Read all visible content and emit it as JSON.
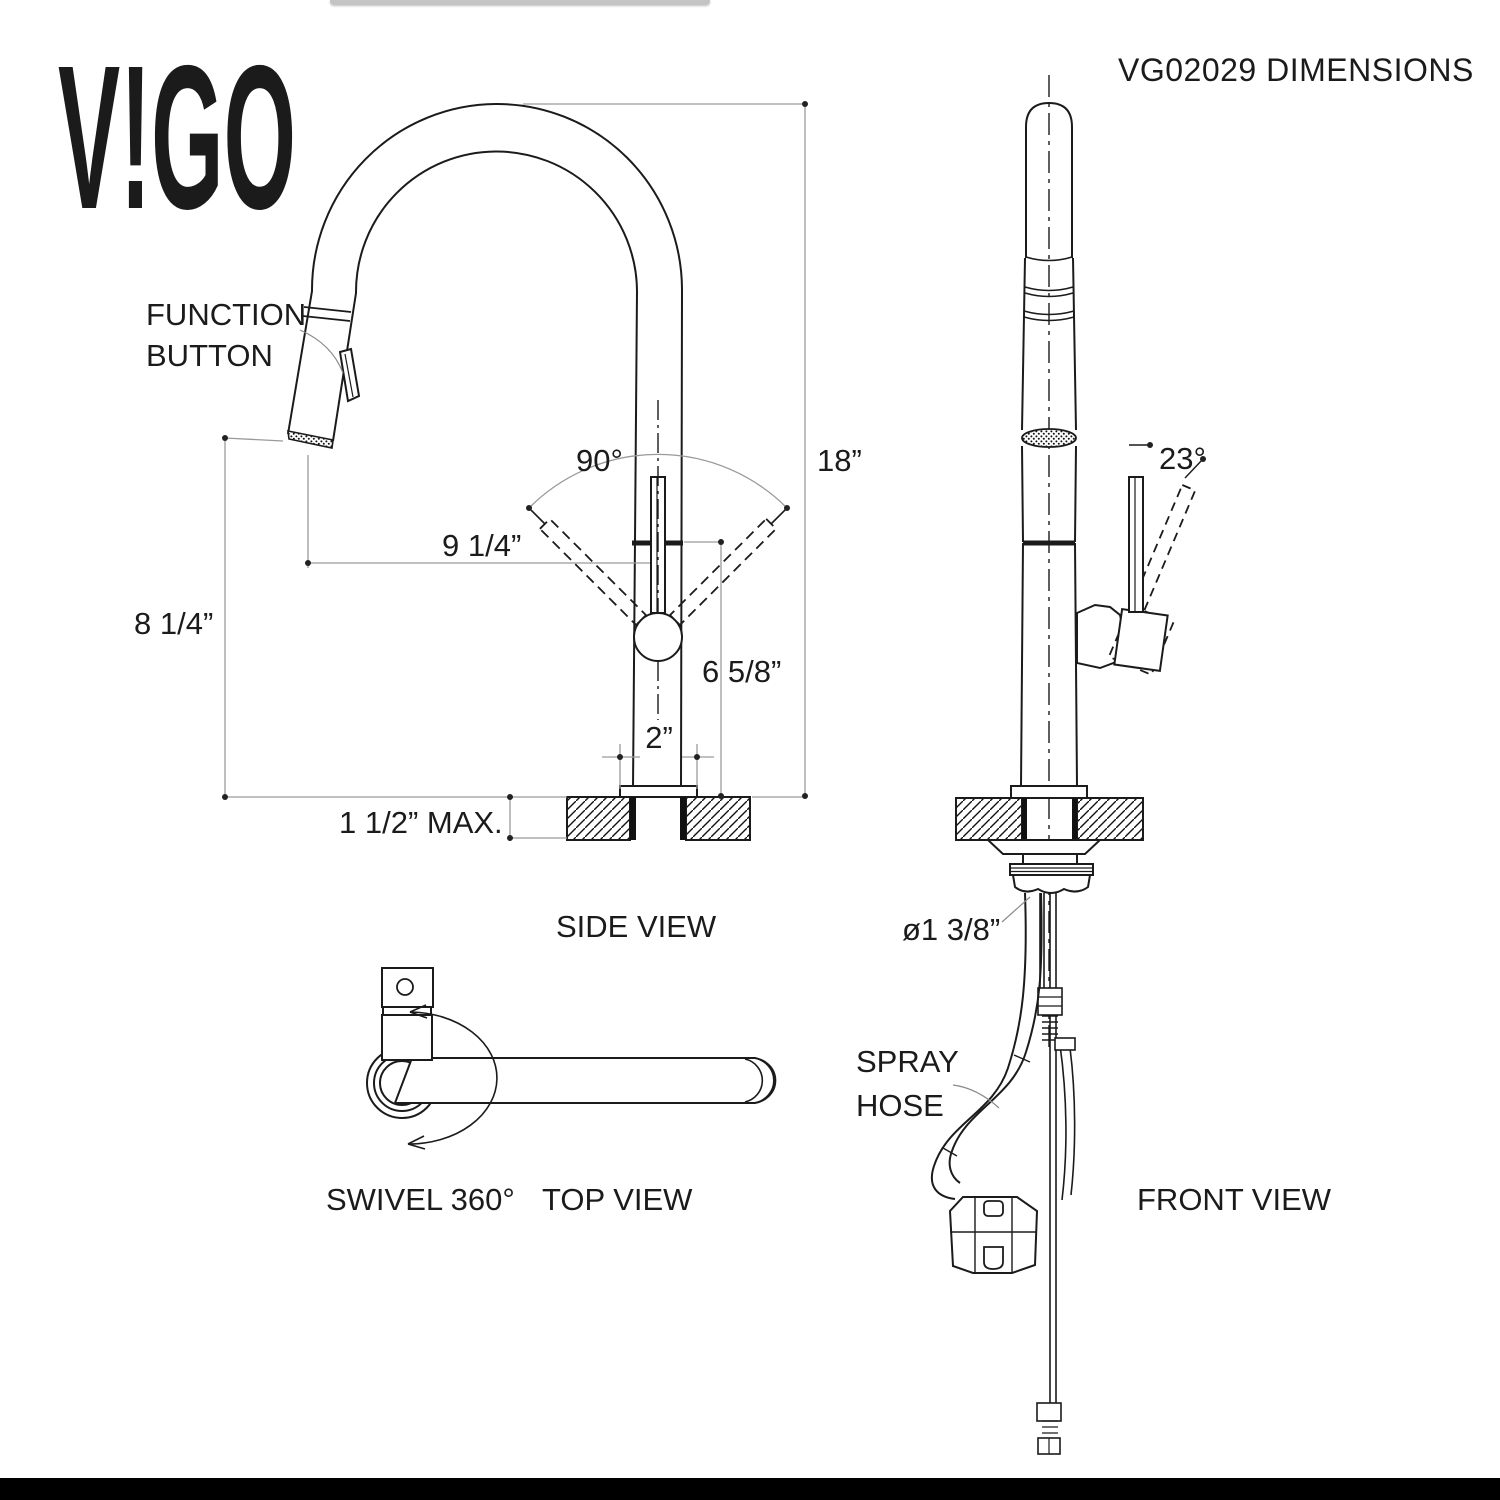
{
  "header": {
    "logo": "V!GO",
    "title": "VG02029 DIMENSIONS"
  },
  "side_view": {
    "caption": "SIDE VIEW",
    "function_button_label": {
      "line1": "FUNCTION",
      "line2": "BUTTON"
    },
    "dims": {
      "swing_angle": "90°",
      "height_overall": "18”",
      "reach": "9 1/4”",
      "spout_height": "8 1/4”",
      "height_to_joint": "6 5/8”",
      "escutcheon_width": "2”",
      "deck_thickness": "1 1/2” MAX."
    }
  },
  "top_view": {
    "caption": "TOP VIEW",
    "swivel_label": "SWIVEL 360°"
  },
  "front_view": {
    "caption": "FRONT VIEW",
    "dims": {
      "handle_angle": "23°",
      "hole_diameter": "ø1 3/8”"
    },
    "spray_hose_label": {
      "line1": "SPRAY",
      "line2": "HOSE"
    }
  }
}
